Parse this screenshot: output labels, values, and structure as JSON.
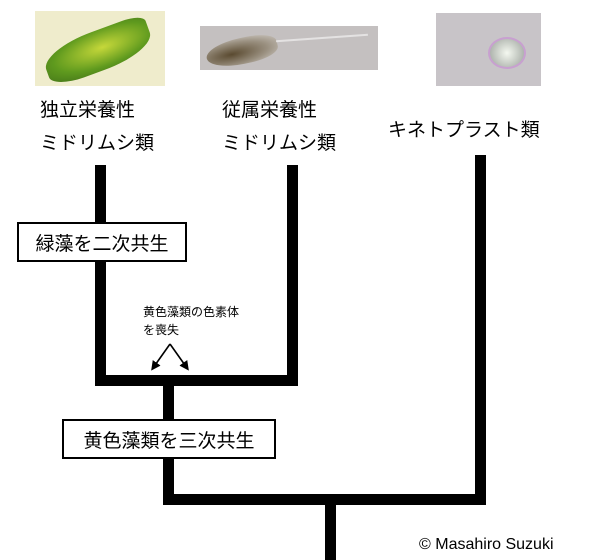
{
  "organisms": [
    {
      "name_line1": "独立栄養性",
      "name_line2": "ミドリムシ類",
      "photo": "green-euglena-photo"
    },
    {
      "name_line1": "従属栄養性",
      "name_line2": "ミドリムシ類",
      "photo": "colorless-euglenid-photo"
    },
    {
      "name_line1": "キネトプラスト類",
      "photo": "kinetoplastid-photo"
    }
  ],
  "events": {
    "secondary": "緑藻を二次共生",
    "tertiary": "黄色藻類を三次共生",
    "loss_line1": "黄色藻類の色素体",
    "loss_line2": "を喪失"
  },
  "copyright": "© Masahiro Suzuki"
}
